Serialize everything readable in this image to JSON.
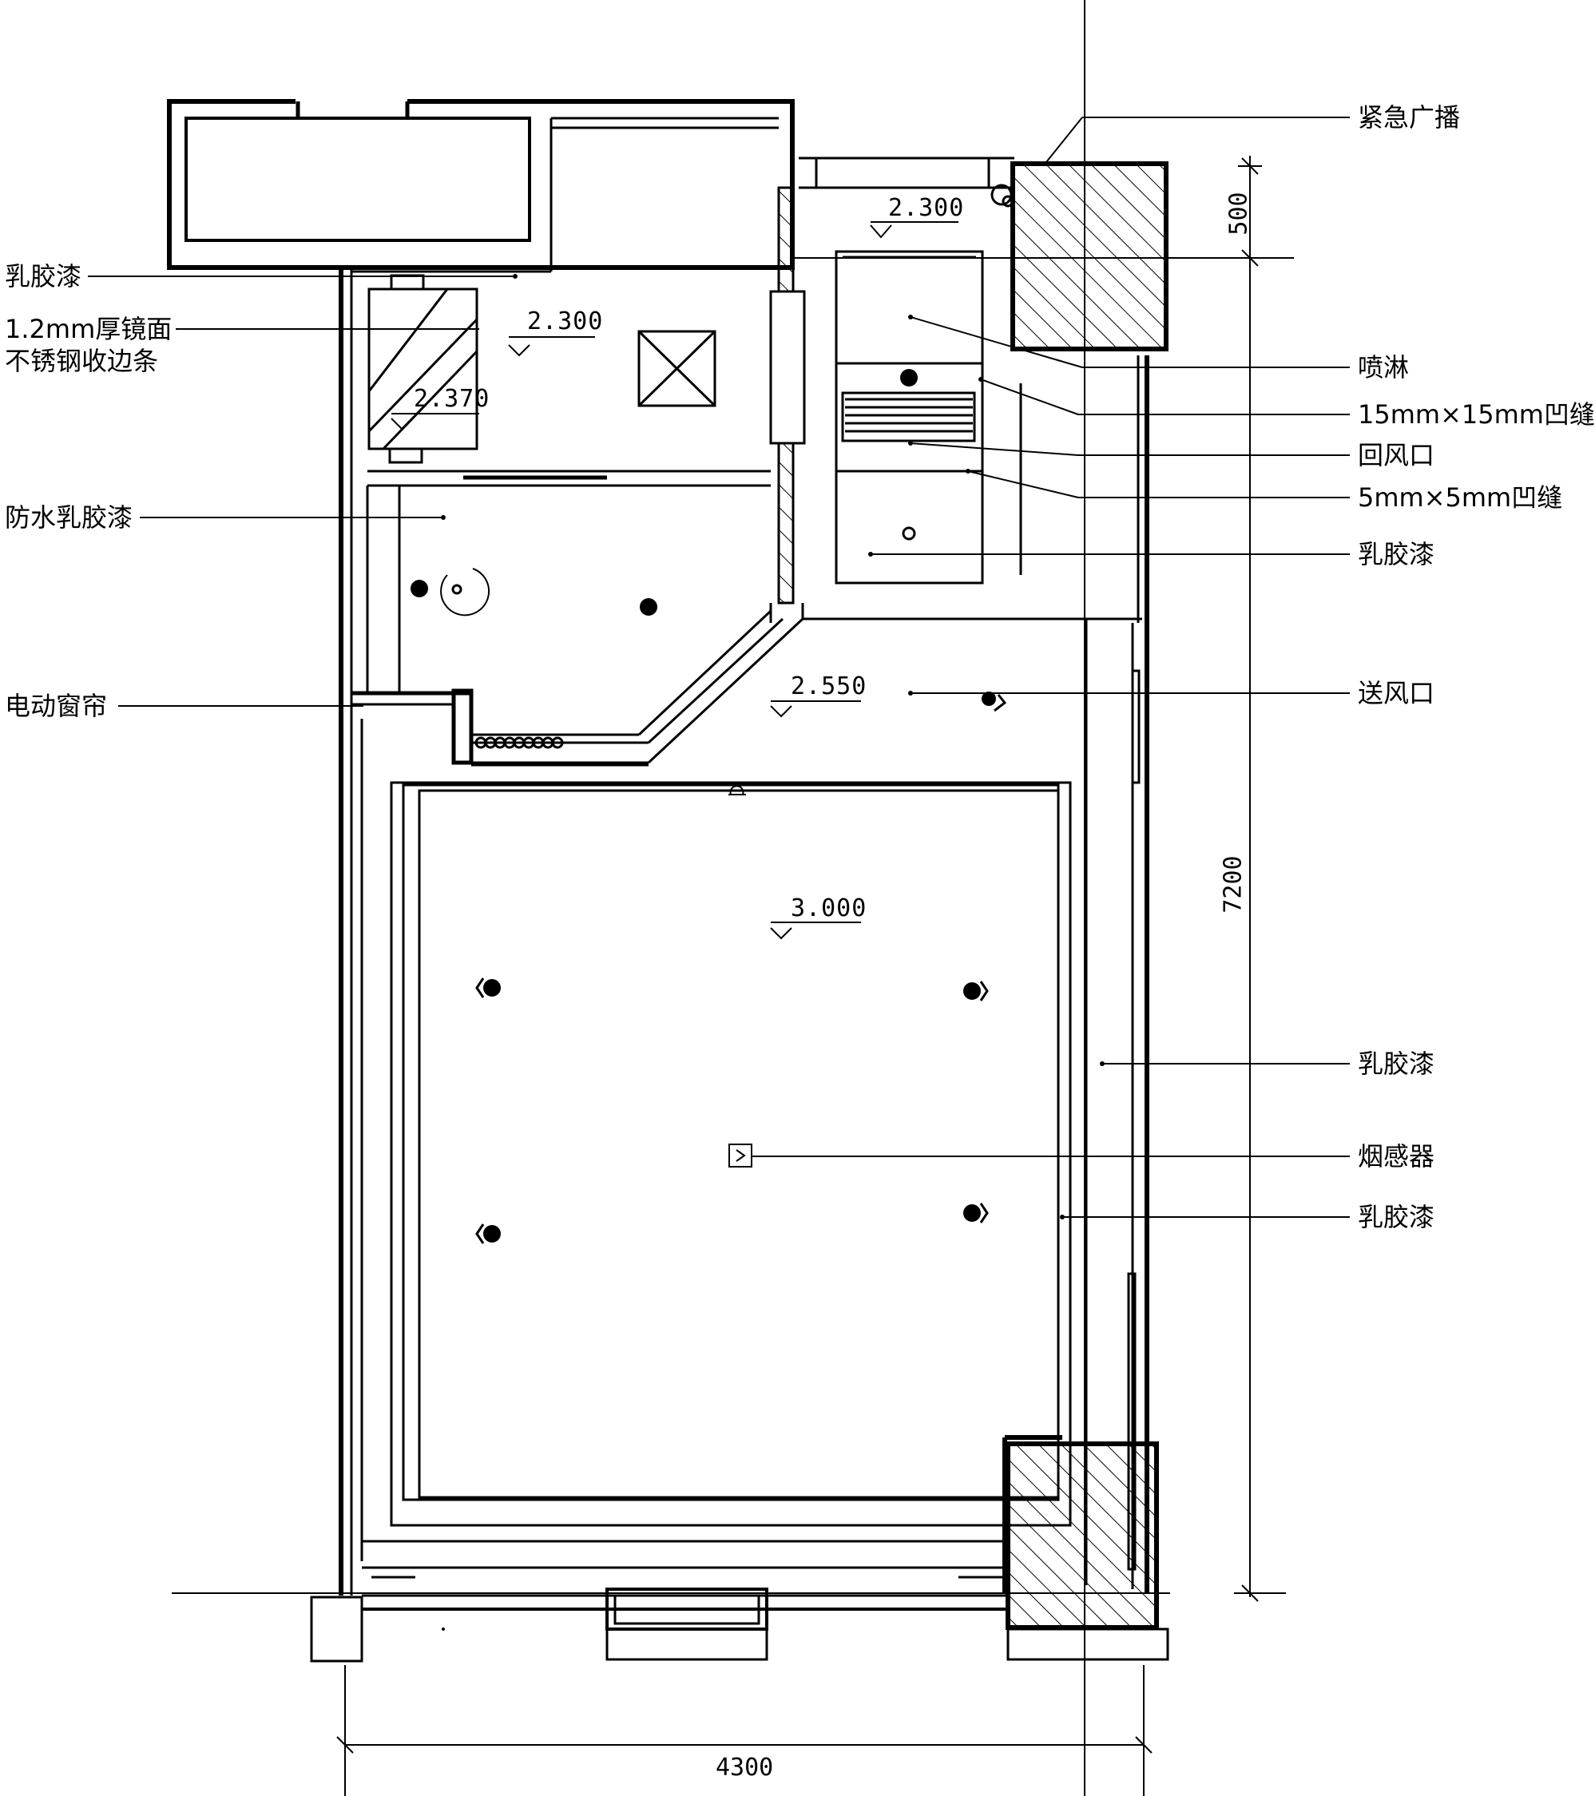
{
  "labels_left": {
    "latex_paint": "乳胶漆",
    "mirror_steel": "1.2mm厚镜面不锈钢收边条",
    "waterproof_latex": "防水乳胶漆",
    "motorized_curtain": "电动窗帘"
  },
  "labels_right": {
    "emergency_broadcast": "紧急广播",
    "sprinkler": "喷淋",
    "groove_15": "15mm×15mm凹缝",
    "return_air": "回风口",
    "groove_5": "5mm×5mm凹缝",
    "latex_paint_1": "乳胶漆",
    "supply_air": "送风口",
    "latex_paint_2": "乳胶漆",
    "smoke_detector": "烟感器",
    "latex_paint_3": "乳胶漆"
  },
  "elevations": {
    "bath_ceiling": "2.300",
    "closet_ceiling": "2.300",
    "mirror_area": "2.370",
    "entry_ceiling": "2.550",
    "room_ceiling": "3.000"
  },
  "dimensions": {
    "width": "4300",
    "depth": "7200",
    "top_segment": "500"
  }
}
